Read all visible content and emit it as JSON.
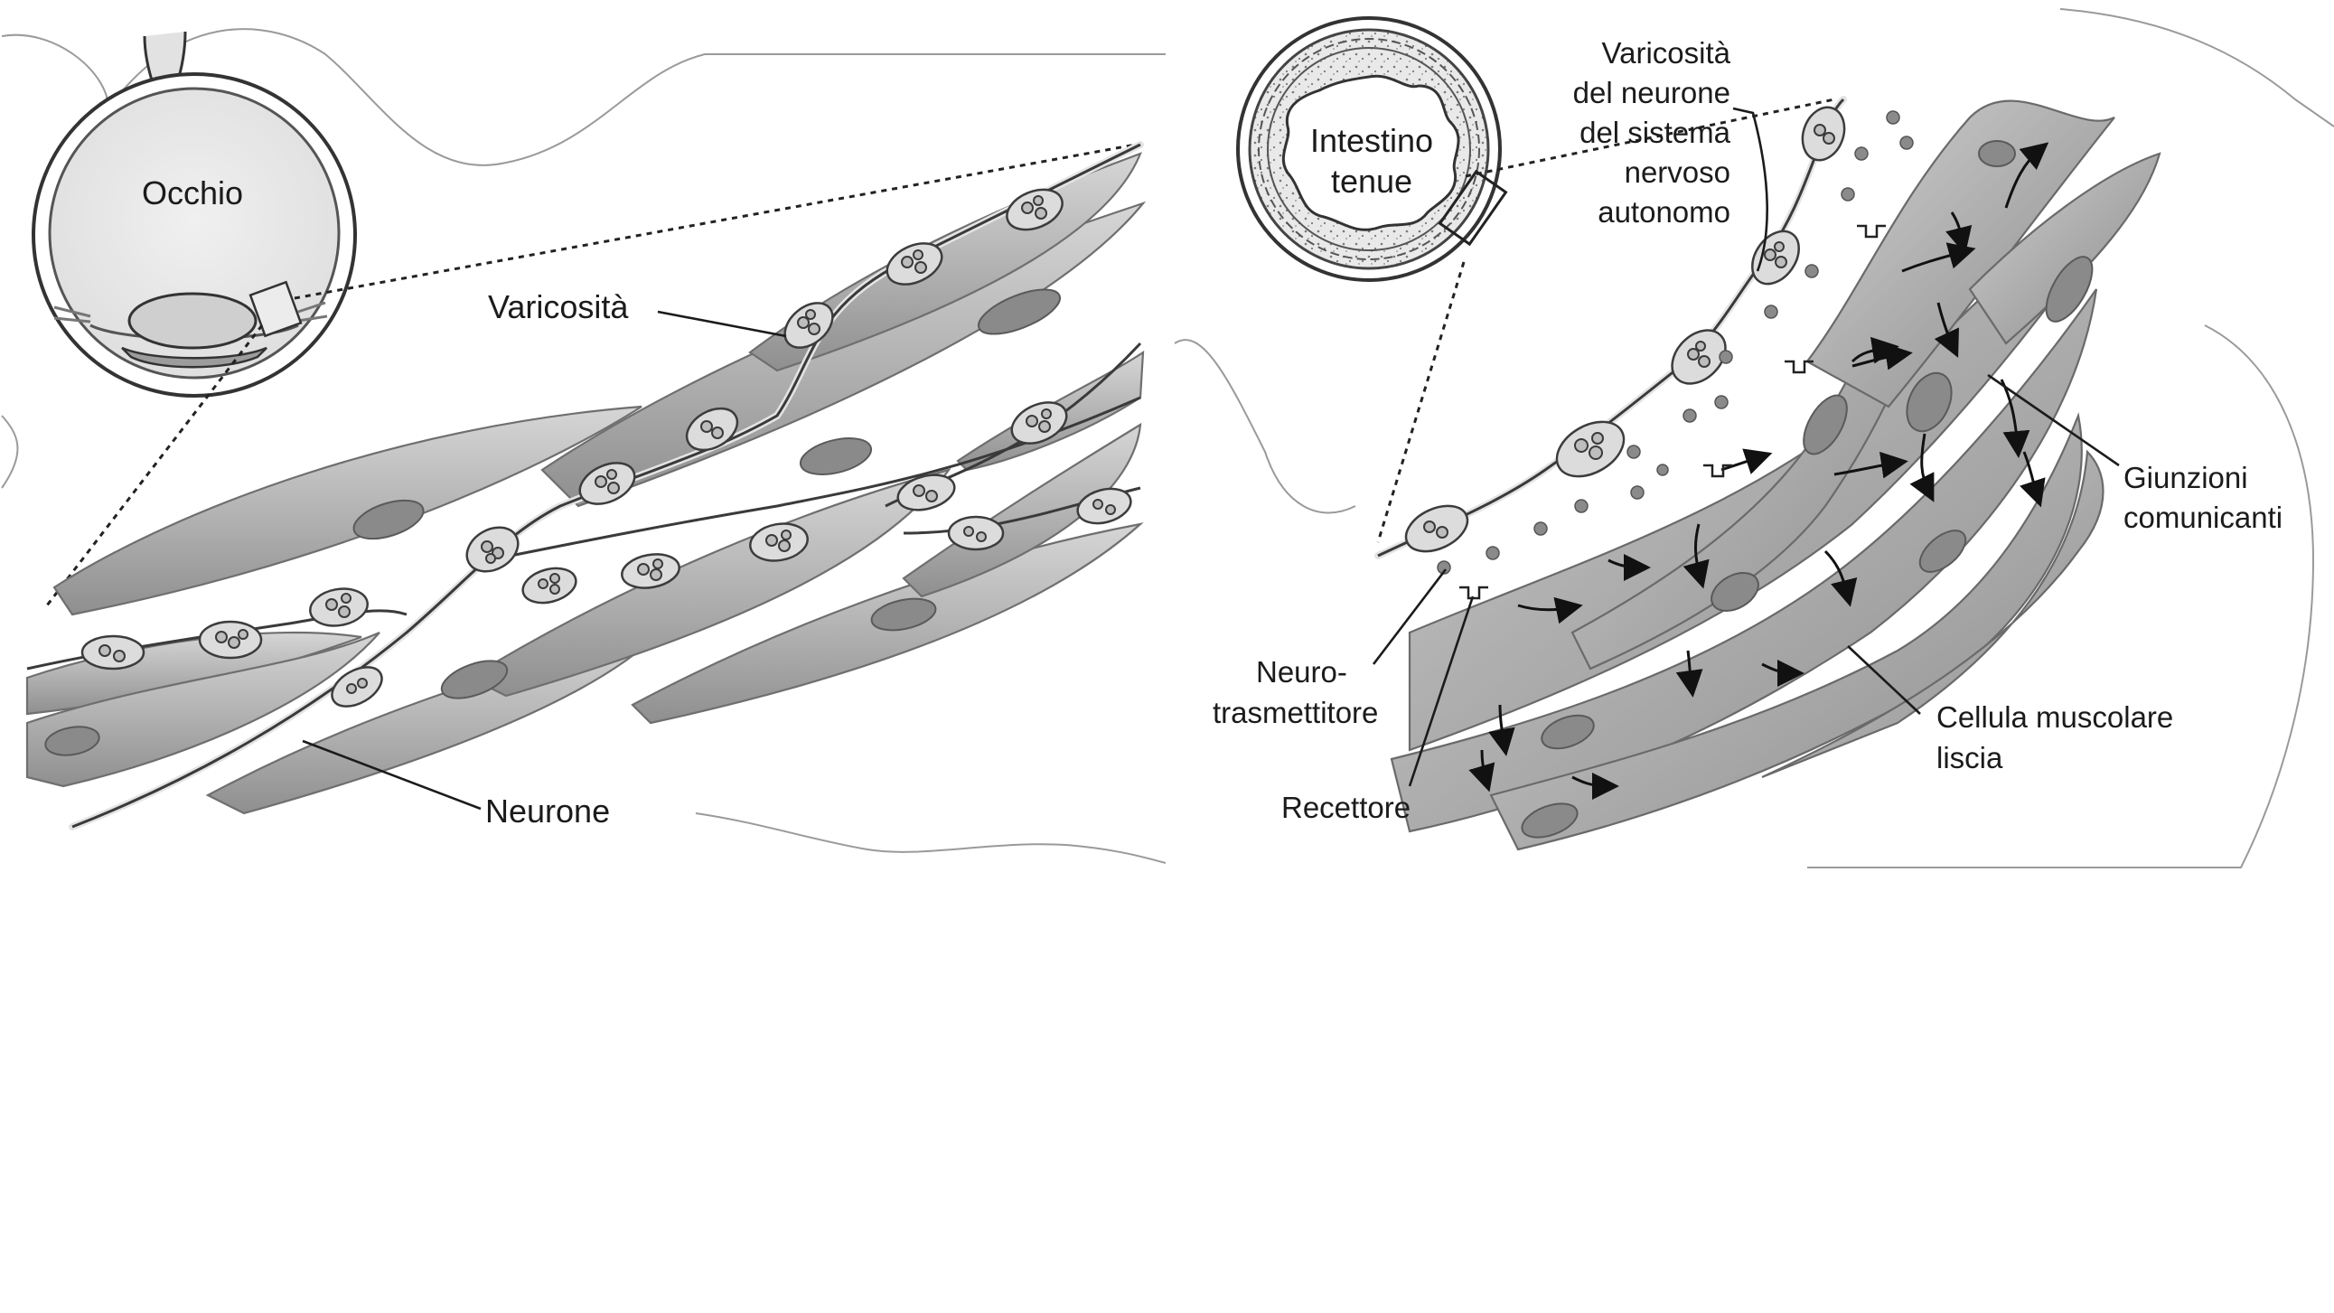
{
  "left_panel": {
    "eye_label": "Occhio",
    "varicosity_label": "Varicosità",
    "neuron_label": "Neurone"
  },
  "right_panel": {
    "intestine_label_line1": "Intestino",
    "intestine_label_line2": "tenue",
    "varicosity_lines": [
      "Varicosità",
      "del neurone",
      "del sistema",
      "nervoso",
      "autonomo"
    ],
    "gap_junction_lines": [
      "Giunzioni",
      "comunicanti"
    ],
    "neurotransmitter_lines": [
      "Neuro-",
      "trasmettitore"
    ],
    "receptor_label": "Recettore",
    "smooth_muscle_lines": [
      "Cellula muscolare",
      "liscia"
    ]
  },
  "colors": {
    "muscle_cell": "#b8b8b8",
    "nucleus": "#8a8a8a",
    "text": "#1b1b1b",
    "background": "#ffffff"
  }
}
